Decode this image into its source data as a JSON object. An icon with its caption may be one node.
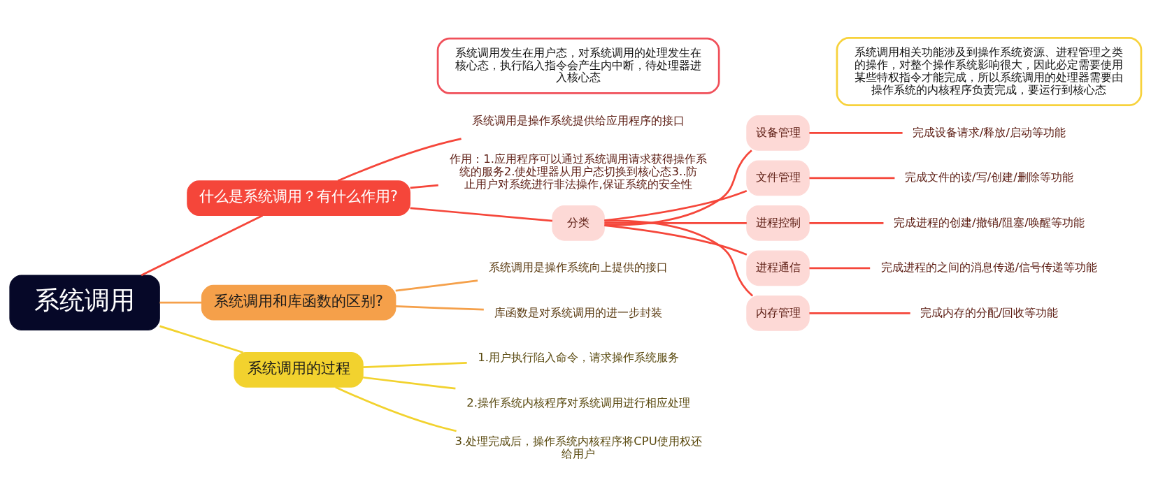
{
  "diagram": {
    "nodes": [
      {
        "text": [
          "系统调用"
        ]
      },
      {
        "text": [
          "什么是系统调用？有什么作用?"
        ]
      },
      {
        "text": [
          "系统调用是操作系统提供给应用程序的接口"
        ]
      },
      {
        "text": [
          "作用：1.应用程序可以通过系统调用请求获得操作系统的服务2.使处理器从用户态切换到核心态3..防止用户对系统进行非法操作,保证系统的安全性"
        ]
      },
      {
        "text": [
          "分类"
        ]
      },
      {
        "text": [
          "设备管理"
        ]
      },
      {
        "text": [
          "完成设备请求/释放/启动等功能"
        ]
      },
      {
        "text": [
          "文件管理"
        ]
      },
      {
        "text": [
          "完成文件的读/写/创建/删除等功能"
        ]
      },
      {
        "text": [
          "进程控制"
        ]
      },
      {
        "text": [
          "完成进程的创建/撤销/阻塞/唤醒等功能"
        ]
      },
      {
        "text": [
          "进程通信"
        ]
      },
      {
        "text": [
          "完成进程的之间的消息传递/信号传递等功能"
        ]
      },
      {
        "text": [
          "内存管理"
        ]
      },
      {
        "text": [
          "完成内存的分配/回收等功能"
        ]
      },
      {
        "text": [
          "系统调用相关功能涉及到操作系统资源、进程管理之类的操作，对整个操作系统影响很大，因此必定需要使用某些特权指令才能完成，所以系统调用的处理器需要由操作系统的内核程序负责完成，要运行到核心态"
        ]
      },
      {
        "text": [
          "系统调用和库函数的区别?"
        ]
      },
      {
        "text": [
          "系统调用是操作系统向上提供的接口"
        ]
      },
      {
        "text": [
          "库函数是对系统调用的进一步封装"
        ]
      },
      {
        "text": [
          "系统调用的过程"
        ]
      },
      {
        "text": [
          "1.用户执行陷入命令，请求操作系统服务"
        ]
      },
      {
        "text": [
          "2.操作系统内核程序对系统调用进行相应处理"
        ]
      },
      {
        "text": [
          "3.处理完成后，操作系统内核程序将CPU使用权还给用户"
        ]
      },
      {
        "text": [
          "系统调用发生在用户态，对系统调用的处理发生在核心态，执行陷入指令会产生内中断，待处理器进入核心态"
        ]
      }
    ],
    "edges": [
      {
        "from": 0,
        "to": 1,
        "arrow": "none"
      },
      {
        "from": 1,
        "to": 2,
        "arrow": "none"
      },
      {
        "from": 1,
        "to": 3,
        "arrow": "none"
      },
      {
        "from": 1,
        "to": 4,
        "arrow": "none"
      },
      {
        "from": 4,
        "to": 5,
        "arrow": "none"
      },
      {
        "from": 5,
        "to": 6,
        "arrow": "none"
      },
      {
        "from": 4,
        "to": 7,
        "arrow": "none"
      },
      {
        "from": 7,
        "to": 8,
        "arrow": "none"
      },
      {
        "from": 4,
        "to": 9,
        "arrow": "none"
      },
      {
        "from": 9,
        "to": 10,
        "arrow": "none"
      },
      {
        "from": 4,
        "to": 11,
        "arrow": "none"
      },
      {
        "from": 11,
        "to": 12,
        "arrow": "none"
      },
      {
        "from": 4,
        "to": 13,
        "arrow": "none"
      },
      {
        "from": 13,
        "to": 14,
        "arrow": "none"
      },
      {
        "from": 0,
        "to": 16,
        "arrow": "none",
        "color": "#f5a04a"
      },
      {
        "from": 16,
        "to": 17,
        "arrow": "none",
        "color": "#f5a04a"
      },
      {
        "from": 16,
        "to": 18,
        "arrow": "none",
        "color": "#f5a04a"
      },
      {
        "from": 0,
        "to": 19,
        "arrow": "none",
        "color": "#f2d22e"
      },
      {
        "from": 19,
        "to": 20,
        "arrow": "none",
        "color": "#f2d22e"
      },
      {
        "from": 19,
        "to": 21,
        "arrow": "none",
        "color": "#f2d22e"
      },
      {
        "from": 19,
        "to": 22,
        "arrow": "none",
        "color": "#f2d22e"
      }
    ]
  }
}
